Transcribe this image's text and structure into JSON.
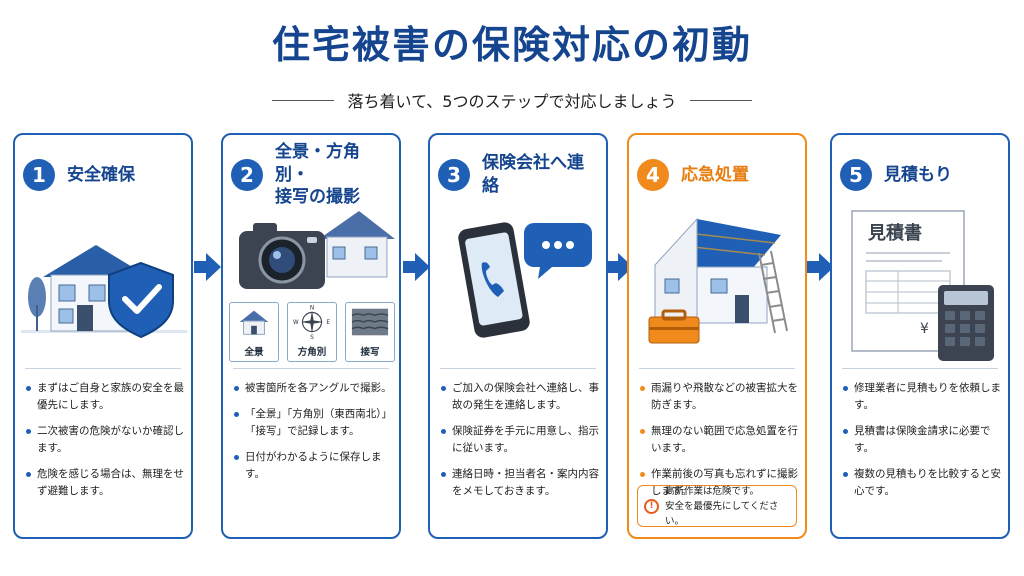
{
  "header": {
    "title": "住宅被害の保険対応の初動",
    "subtitle": "落ち着いて、5つのステップで対応しましょう"
  },
  "colors": {
    "primary": "#1f5fb5",
    "accent": "#f08a1c",
    "title": "#16458f"
  },
  "steps": [
    {
      "number": "1",
      "title": "安全確保",
      "bullets": [
        "まずはご自身と家族の安全を最優先にします。",
        "二次被害の危険がないか確認します。",
        "危険を感じる場合は、無理をせず避難します。"
      ]
    },
    {
      "number": "2",
      "title_line1": "全景・方角別・",
      "title_line2": "接写の撮影",
      "thumbs": [
        "全景",
        "方角別",
        "接写"
      ],
      "compass": {
        "n": "N",
        "e": "E",
        "s": "S",
        "w": "W"
      },
      "bullets": [
        "被害箇所を各アングルで撮影。",
        "「全景」「方角別（東西南北）」「接写」で記録します。",
        "日付がわかるように保存します。"
      ]
    },
    {
      "number": "3",
      "title": "保険会社へ連絡",
      "bullets": [
        "ご加入の保険会社へ連絡し、事故の発生を連絡します。",
        "保険証券を手元に用意し、指示に従います。",
        "連絡日時・担当者名・案内内容をメモしておきます。"
      ]
    },
    {
      "number": "4",
      "title": "応急処置",
      "bullets": [
        "雨漏りや飛散などの被害拡大を防ぎます。",
        "無理のない範囲で応急処置を行います。",
        "作業前後の写真も忘れずに撮影します。"
      ],
      "warning": {
        "line1": "高所作業は危険です。",
        "line2": "安全を最優先にしてください。"
      }
    },
    {
      "number": "5",
      "title": "見積もり",
      "doc_title": "見積書",
      "yen": "¥",
      "bullets": [
        "修理業者に見積もりを依頼します。",
        "見積書は保険金請求に必要です。",
        "複数の見積もりを比較すると安心です。"
      ]
    }
  ]
}
